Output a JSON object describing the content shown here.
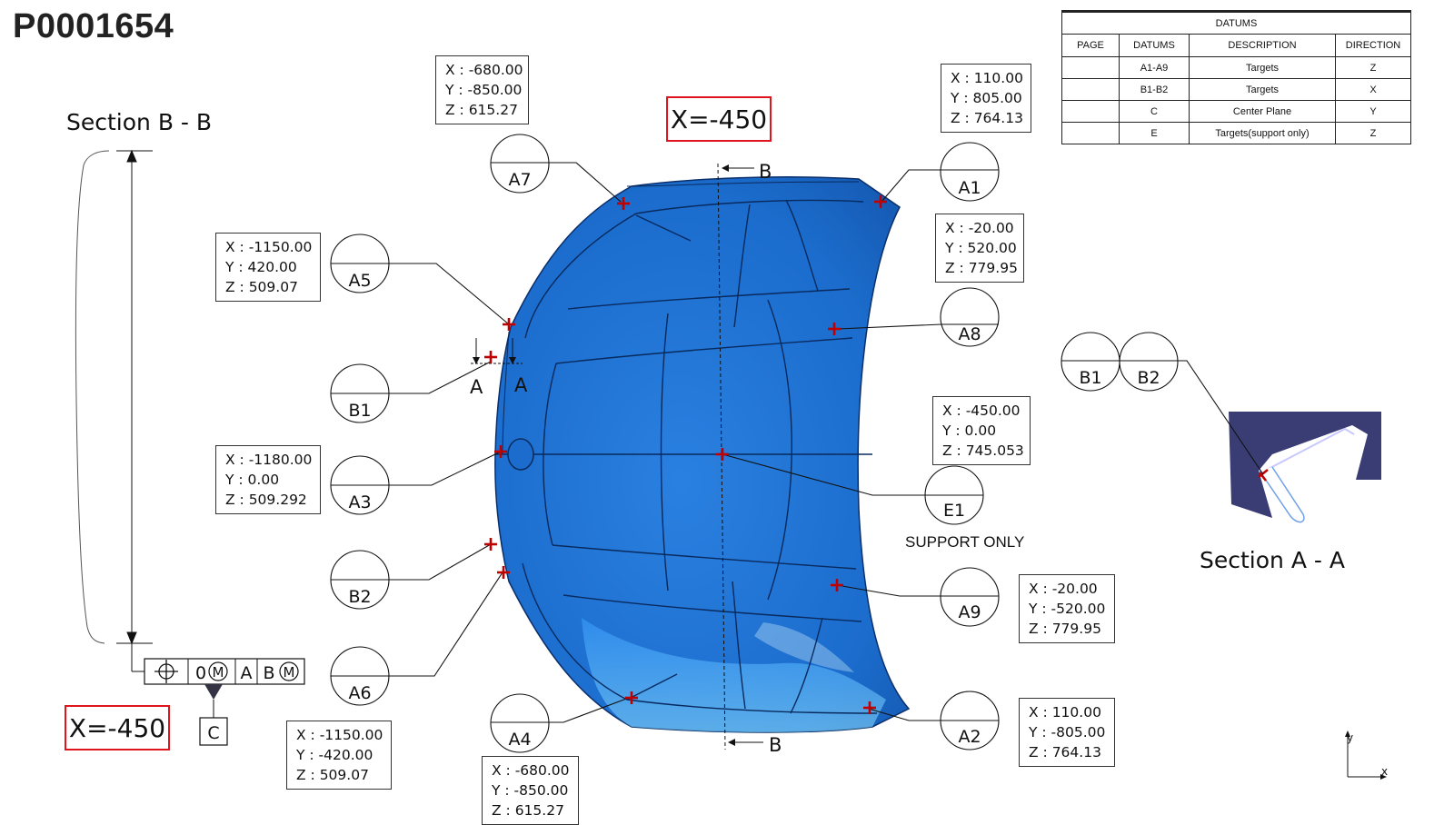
{
  "part_number": "P0001654",
  "section_b_label": "Section B - B",
  "section_a_label": "Section A - A",
  "section_x_top": "X=-450",
  "section_x_left": "X=-450",
  "support_only": "SUPPORT ONLY",
  "cut_a_letter": "A",
  "cut_b_letter": "B",
  "datum_c_label": "C",
  "fcf": {
    "tolerance": "0",
    "modifier": "M",
    "datum1": "A",
    "datum2": "B"
  },
  "axis": {
    "x": "x",
    "y": "y"
  },
  "datum_table": {
    "title": "DATUMS",
    "headers": [
      "PAGE",
      "DATUMS",
      "DESCRIPTION",
      "DIRECTION"
    ],
    "rows": [
      {
        "page": "",
        "datums": "A1-A9",
        "description": "Targets",
        "direction": "Z"
      },
      {
        "page": "",
        "datums": "B1-B2",
        "description": "Targets",
        "direction": "X"
      },
      {
        "page": "",
        "datums": "C",
        "description": "Center Plane",
        "direction": "Y"
      },
      {
        "page": "",
        "datums": "E",
        "description": "Targets(support only)",
        "direction": "Z"
      }
    ]
  },
  "targets": [
    {
      "label": "A1",
      "x": "X : 110.00",
      "y": "Y : 805.00",
      "z": "Z : 764.13"
    },
    {
      "label": "A2",
      "x": "X : 110.00",
      "y": "Y : -805.00",
      "z": "Z : 764.13"
    },
    {
      "label": "A3",
      "x": "X : -1180.00",
      "y": "Y : 0.00",
      "z": "Z : 509.292"
    },
    {
      "label": "A4",
      "x": "X : -680.00",
      "y": "Y : -850.00",
      "z": "Z : 615.27"
    },
    {
      "label": "A5",
      "x": "X : -1150.00",
      "y": "Y : 420.00",
      "z": "Z : 509.07"
    },
    {
      "label": "A6",
      "x": "X : -1150.00",
      "y": "Y : -420.00",
      "z": "Z : 509.07"
    },
    {
      "label": "A7",
      "x": "X : -680.00",
      "y": "Y : -850.00",
      "z": "Z : 615.27"
    },
    {
      "label": "A8",
      "x": "X : -20.00",
      "y": "Y : 520.00",
      "z": "Z : 779.95"
    },
    {
      "label": "A9",
      "x": "X : -20.00",
      "y": "Y : -520.00",
      "z": "Z : 779.95"
    },
    {
      "label": "E1",
      "x": "X : -450.00",
      "y": "Y : 0.00",
      "z": "Z : 745.053"
    }
  ],
  "bubbles": {
    "b1": "B1",
    "b2": "B2",
    "b1_right": "B1",
    "b2_right": "B2"
  },
  "colors": {
    "part": "#1a6fd0",
    "target_mark": "#c00000",
    "highlight_box": "#e0141c",
    "section_bg": "#3a3d74"
  }
}
